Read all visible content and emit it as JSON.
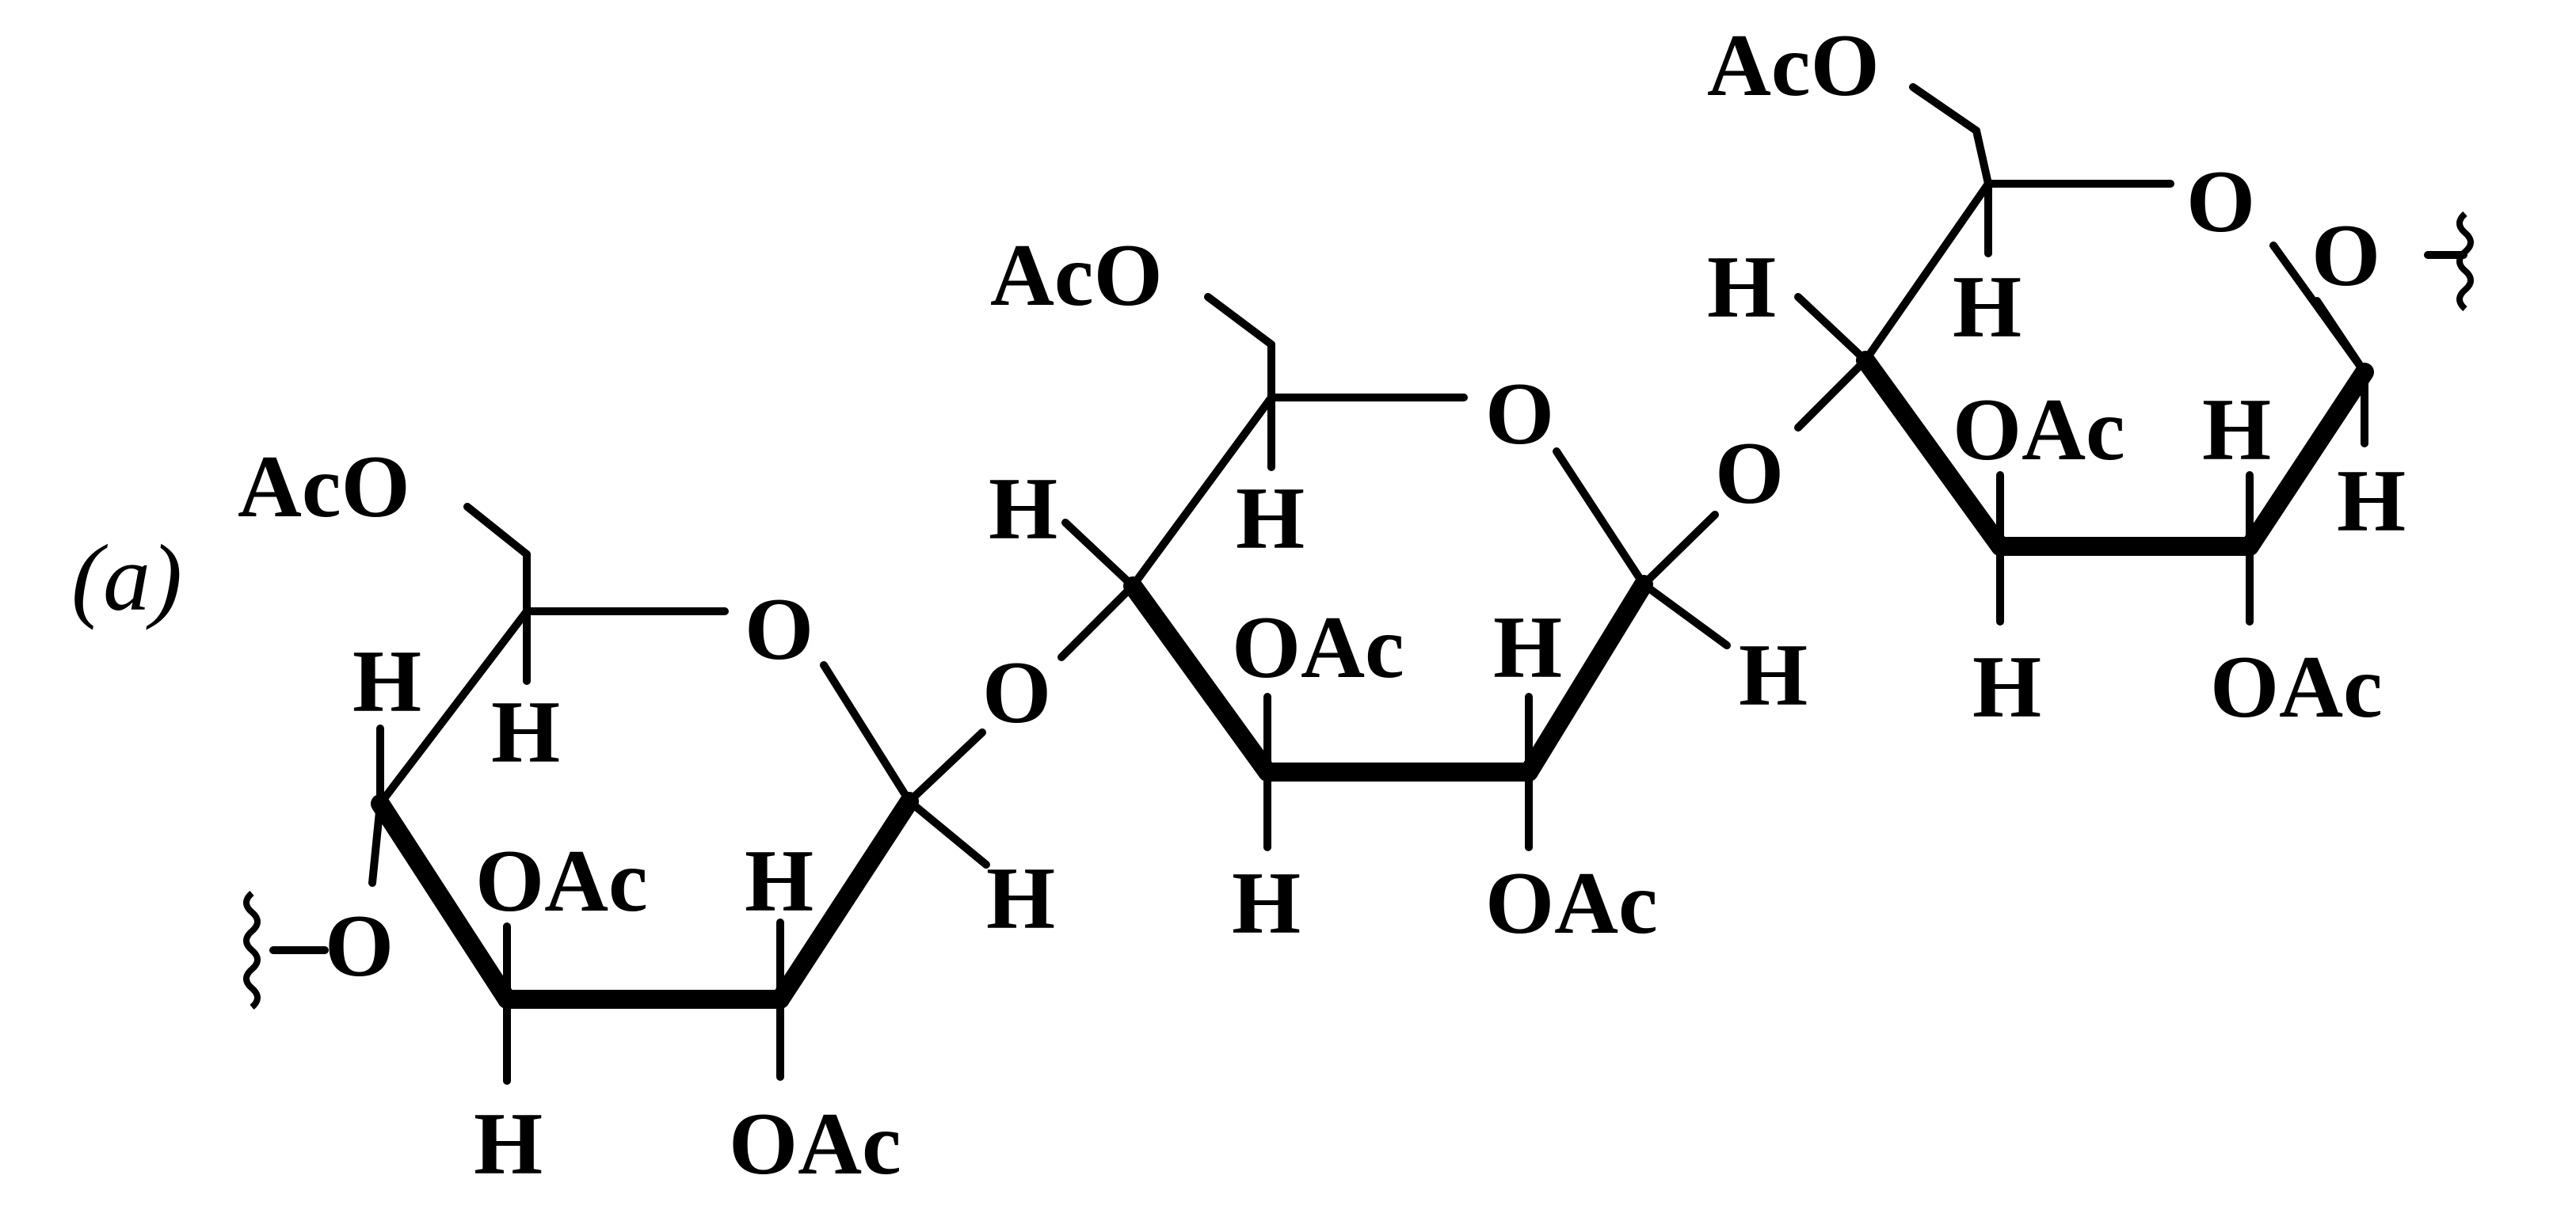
{
  "figure": {
    "panel_label": "(a)"
  },
  "ring1": {
    "ch2_group": "AcO",
    "ring_oxygen": "O",
    "c5_h": "H",
    "c4_h": "H",
    "c3_substituent": "OAc",
    "c2_h": "H",
    "c3_h": "H",
    "c2_substituent": "OAc",
    "c1_h": "H",
    "o4_link": "O"
  },
  "ring2": {
    "glycosidic_oxygen": "O",
    "ch2_group": "AcO",
    "ring_oxygen": "O",
    "c4_h": "H",
    "c5_h": "H",
    "c3_substituent": "OAc",
    "c2_h": "H",
    "c3_h": "H",
    "c2_substituent": "OAc",
    "c1_h": "H"
  },
  "ring3": {
    "glycosidic_oxygen": "O",
    "ch2_group": "AcO",
    "ring_oxygen": "O",
    "o1_link": "O",
    "c4_h": "H",
    "c5_h": "H",
    "c3_substituent": "OAc",
    "c2_h": "H",
    "c1_h": "H",
    "c3_h": "H",
    "c2_substituent": "OAc"
  }
}
